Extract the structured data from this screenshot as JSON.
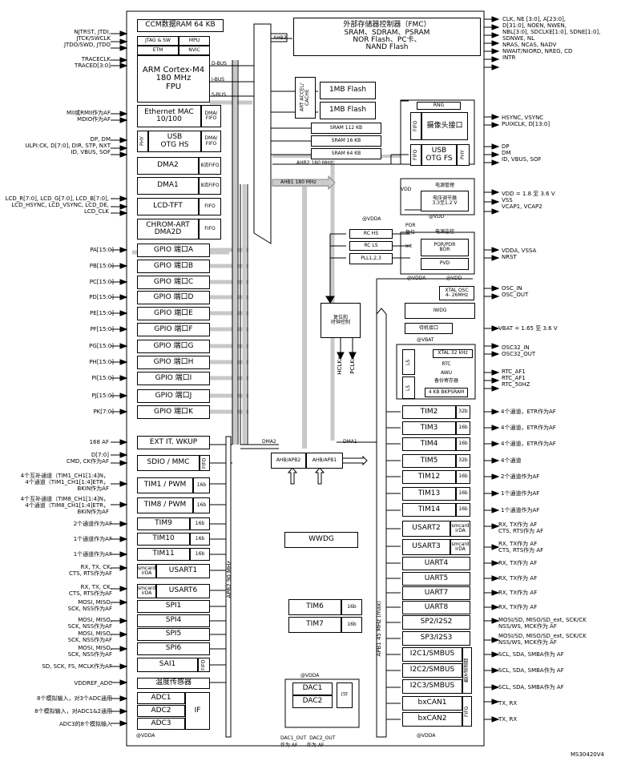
{
  "title": "MS30420V4",
  "left_signals": [
    {
      "key": "jtag1",
      "text": "NJTRST, JTDI,\nJTCK/SWCLK\nJTDO/SWD, JTDO"
    },
    {
      "key": "jtag2",
      "text": "TRACECLK\nTRACED[3:0]"
    },
    {
      "key": "eth",
      "text": "MII或RMII作为AF\nMDIO作为AF"
    },
    {
      "key": "usbhs",
      "text": "DP, DM\nULPI:CK, D[7:0], DIR, STP, NXT\nID, VBUS, SOF"
    },
    {
      "key": "lcd",
      "text": "LCD_R[7:0], LCD_G[7:0], LCD_B[7:0],\nLCD_HSYNC, LCD_VSYNC, LCD_DE,\nLCD_CLK"
    },
    {
      "key": "pa",
      "text": "PA[15:0]"
    },
    {
      "key": "pb",
      "text": "PB[15:0]"
    },
    {
      "key": "pc",
      "text": "PC[15:0]"
    },
    {
      "key": "pd",
      "text": "PD[15:0]"
    },
    {
      "key": "pe",
      "text": "PE[15:0]"
    },
    {
      "key": "pf",
      "text": "PF[15:0]"
    },
    {
      "key": "pg",
      "text": "PG[15:0]"
    },
    {
      "key": "ph",
      "text": "PH[15:0]"
    },
    {
      "key": "pi",
      "text": "PI[15:0]"
    },
    {
      "key": "pj",
      "text": "PJ[15:0]"
    },
    {
      "key": "pk",
      "text": "PK[7:0]"
    },
    {
      "key": "af168",
      "text": "168 AF"
    },
    {
      "key": "sdio",
      "text": "D[7:0]\nCMD, CK作为AF"
    },
    {
      "key": "tim1",
      "text": "4个互补通道（TIM1_CH1[1:4]N，\n4个通道（TIM1_CH1[1:4]ETR，\nBKIN作为AF"
    },
    {
      "key": "tim8",
      "text": "4个互补通道（TIM8_CH1[1:4]N，\n4个通道（TIM8_CH1[1:4]ETR，\nBKIN作为AF"
    },
    {
      "key": "tim9",
      "text": "2个通道作为AF"
    },
    {
      "key": "tim10",
      "text": "1个通道作为AF"
    },
    {
      "key": "tim11",
      "text": "1个通道作为AF"
    },
    {
      "key": "usart1",
      "text": "RX, TX, CK,\nCTS, RTS作为AF"
    },
    {
      "key": "usart6",
      "text": "RX, TX, CK,\nCTS, RTS作为AF"
    },
    {
      "key": "spi1",
      "text": "MOSI, MISO,\nSCK, NSS作为AF"
    },
    {
      "key": "spi4",
      "text": "MOSI, MISO,\nSCK, NSS作为AF"
    },
    {
      "key": "spi5",
      "text": "MOSI, MISO,\nSCK, NSS作为AF"
    },
    {
      "key": "spi6",
      "text": "MOSI, MISO,\nSCK, NSS作为AF"
    },
    {
      "key": "sai1",
      "text": "SD, SCK, FS, MCLK作为AF"
    },
    {
      "key": "vddref",
      "text": "VDDREF_ADC"
    },
    {
      "key": "adc1",
      "text": "8个模拟输入，对3个ADC通用"
    },
    {
      "key": "adc2",
      "text": "8个模拟输入，对ADC1&2通用"
    },
    {
      "key": "adc3",
      "text": "ADC3的8个模拟输入"
    }
  ],
  "right_signals": [
    {
      "key": "fmc",
      "text": "CLK, NE [3:0], A[23:0],\nD[31:0], NOEN, NWEN,\nNBL[3:0], SDCLKE[1:0], SDNE[1:0],\nSDNWE, NL\nNRAS, NCAS, NADV\nNWAIT/NIORD, NREG, CD\nINTR"
    },
    {
      "key": "dcmi",
      "text": "HSYNC, VSYNC\nPUIXCLK, D[13:0]"
    },
    {
      "key": "usbfs",
      "text": "DP\nDM\nID, VBUS, SOF"
    },
    {
      "key": "vdd",
      "text": "VDD = 1.8 至 3.6 V\nVSS\nVCAP1, VCAP2"
    },
    {
      "key": "vdda",
      "text": "VDDA, VSSA\nNRST"
    },
    {
      "key": "osc",
      "text": "OSC_IN\nOSC_OUT"
    },
    {
      "key": "vbat",
      "text": "VBAT = 1.65 至 3.6 V"
    },
    {
      "key": "osc32",
      "text": "OSC32_IN\nOSC32_OUT"
    },
    {
      "key": "rtcaf",
      "text": "RTC_AF1\nRTC_AF1\nRTC_50HZ"
    },
    {
      "key": "tim2",
      "text": "4个通道，ETR作为AF"
    },
    {
      "key": "tim3",
      "text": "4个通道，ETR作为AF"
    },
    {
      "key": "tim4",
      "text": "4个通道，ETR作为AF"
    },
    {
      "key": "tim5",
      "text": "4个通道"
    },
    {
      "key": "tim12",
      "text": "2个通道作为AF"
    },
    {
      "key": "tim13",
      "text": "1个通道作为AF"
    },
    {
      "key": "tim14",
      "text": "1个通道作为AF"
    },
    {
      "key": "usart2",
      "text": "RX, TX作为 AF\nCTS, RTS作为 AF"
    },
    {
      "key": "usart3",
      "text": "RX, TX作为 AF\nCTS, RTS作为 AF"
    },
    {
      "key": "uart4",
      "text": "RX, TX作为 AF"
    },
    {
      "key": "uart5",
      "text": "RX, TX作为 AF"
    },
    {
      "key": "uart7",
      "text": "RX, TX作为 AF"
    },
    {
      "key": "uart8",
      "text": "RX, TX作为 AF"
    },
    {
      "key": "sp2",
      "text": "MOSI/SD, MISO/SD_ext, SCK/CK\nNSS/WS, MCK作为 AF"
    },
    {
      "key": "sp3",
      "text": "MOSI/SD, MISO/SD_ext, SCK/CK\nNSS/WS, MCK作为 AF"
    },
    {
      "key": "i2c1",
      "text": "SCL, SDA, SMBA作为 AF"
    },
    {
      "key": "i2c2",
      "text": "SCL, SDA, SMBA作为 AF"
    },
    {
      "key": "i2c3",
      "text": "SCL, SDA, SMBA作为 AF"
    },
    {
      "key": "can1",
      "text": "TX, RX"
    },
    {
      "key": "can2",
      "text": "TX, RX"
    }
  ],
  "blocks": [
    {
      "key": "ccm",
      "text": "CCM数据RAM 64 KB"
    },
    {
      "key": "jtag",
      "text": "JTAG & SW"
    },
    {
      "key": "mpu",
      "text": "MPU"
    },
    {
      "key": "etm",
      "text": "ETM"
    },
    {
      "key": "nvic",
      "text": "NVIC"
    },
    {
      "key": "cpu",
      "text": "ARM Cortex-M4\n180 MHz\nFPU"
    },
    {
      "key": "dbus",
      "text": "D-BUS"
    },
    {
      "key": "ibus",
      "text": "I-BUS"
    },
    {
      "key": "sbus",
      "text": "S-BUS"
    },
    {
      "key": "eth",
      "text": "Ethernet MAC\n10/100"
    },
    {
      "key": "ethdma",
      "text": "DMA/\nFIFO"
    },
    {
      "key": "phy1",
      "text": "PHY"
    },
    {
      "key": "usbhs",
      "text": "USB\nOTG HS"
    },
    {
      "key": "usbdma",
      "text": "DMA/\nFIFO"
    },
    {
      "key": "dma2",
      "text": "DMA2"
    },
    {
      "key": "dma2fifo",
      "text": "8流FIFO"
    },
    {
      "key": "dma1",
      "text": "DMA1"
    },
    {
      "key": "dma1fifo",
      "text": "8流FIFO"
    },
    {
      "key": "lcdtft",
      "text": "LCD-TFT"
    },
    {
      "key": "lcdfifo",
      "text": "FIFO"
    },
    {
      "key": "chrom",
      "text": "CHROM-ART\nDMA2D"
    },
    {
      "key": "chromfifo",
      "text": "FIFO"
    },
    {
      "key": "fmcctl",
      "text": "外部存储器控制器（FMC）\nSRAM、SDRAM、PSRAM\nNOR Flash、PC卡、\nNAND Flash"
    },
    {
      "key": "ahb3",
      "text": "AHB3"
    },
    {
      "key": "artacc",
      "text": "ART ACCEL/\nCACHE"
    },
    {
      "key": "flash1",
      "text": "1MB Flash"
    },
    {
      "key": "flash2",
      "text": "1MB Flash"
    },
    {
      "key": "sram112",
      "text": "SRAM 112 KB"
    },
    {
      "key": "sram16",
      "text": "SRAM 16 KB"
    },
    {
      "key": "sram64",
      "text": "SRAM 64 KB"
    },
    {
      "key": "ahb2",
      "text": "AHB2 180 MHz"
    },
    {
      "key": "ahb1",
      "text": "AHB1 180 MHz"
    },
    {
      "key": "rng",
      "text": "RNG"
    },
    {
      "key": "fifo_dcmi",
      "text": "FIFO"
    },
    {
      "key": "dcmi",
      "text": "摄像头接口"
    },
    {
      "key": "fifo_usb",
      "text": "FIFO"
    },
    {
      "key": "usbfs",
      "text": "USB\nOTG FS"
    },
    {
      "key": "phy2",
      "text": "PHY"
    },
    {
      "key": "vdd",
      "text": "VDD"
    },
    {
      "key": "pwrmgmt",
      "text": "电源管理"
    },
    {
      "key": "vreg",
      "text": "电压调节器\n3.3至1.2 V"
    },
    {
      "key": "atvdd",
      "text": "@VDD"
    },
    {
      "key": "atvdda1",
      "text": "@VDDA"
    },
    {
      "key": "rchs",
      "text": "RC HS"
    },
    {
      "key": "rcls",
      "text": "RC LS"
    },
    {
      "key": "pll",
      "text": "PLL1,2,3"
    },
    {
      "key": "por",
      "text": "POR\n复位"
    },
    {
      "key": "int",
      "text": "Int"
    },
    {
      "key": "supmon",
      "text": "电源监控"
    },
    {
      "key": "porpdr",
      "text": "POR/PDR\nBOR"
    },
    {
      "key": "pvd",
      "text": "PVD"
    },
    {
      "key": "atvdda2",
      "text": "@VDDA"
    },
    {
      "key": "atvdd2",
      "text": "@VDD"
    },
    {
      "key": "rstclk",
      "text": "复位和\n时钟控制"
    },
    {
      "key": "xtalosc",
      "text": "XTAL OSC\n4- 26MHz"
    },
    {
      "key": "iwdg",
      "text": "IWDG"
    },
    {
      "key": "standby",
      "text": "待机接口"
    },
    {
      "key": "atvbat",
      "text": "@VBAT"
    },
    {
      "key": "ls1",
      "text": "LS"
    },
    {
      "key": "ls2",
      "text": "LS"
    },
    {
      "key": "xtal32",
      "text": "XTAL 32 kHz"
    },
    {
      "key": "rtc",
      "text": "RTC"
    },
    {
      "key": "awu",
      "text": "AWU"
    },
    {
      "key": "bkreg",
      "text": "备份寄存器"
    },
    {
      "key": "bksram",
      "text": "4 KB BKPSRAM"
    },
    {
      "key": "hclk",
      "text": "HCLKx"
    },
    {
      "key": "pclk",
      "text": "PCLKx"
    },
    {
      "key": "gpioa",
      "text": "GPIO 端口A"
    },
    {
      "key": "gpiob",
      "text": "GPIO 端口B"
    },
    {
      "key": "gpioc",
      "text": "GPIO 端口C"
    },
    {
      "key": "gpiod",
      "text": "GPIO 端口D"
    },
    {
      "key": "gpioe",
      "text": "GPIO 端口E"
    },
    {
      "key": "gpiof",
      "text": "GPIO 端口F"
    },
    {
      "key": "gpiog",
      "text": "GPIO 端口G"
    },
    {
      "key": "gpioh",
      "text": "GPIO 端口H"
    },
    {
      "key": "gpioi",
      "text": "GPIO 端口I"
    },
    {
      "key": "gpioj",
      "text": "GPIO 端口J"
    },
    {
      "key": "gpiok",
      "text": "GPIO 端口K"
    },
    {
      "key": "extit",
      "text": "EXT IT. WKUP"
    },
    {
      "key": "sdio",
      "text": "SDIO / MMC"
    },
    {
      "key": "sdiofifo",
      "text": "FIFO"
    },
    {
      "key": "tim1",
      "text": "TIM1 / PWM"
    },
    {
      "key": "tim1b",
      "text": "16b"
    },
    {
      "key": "tim8",
      "text": "TIM8 / PWM"
    },
    {
      "key": "tim8b",
      "text": "16b"
    },
    {
      "key": "tim9",
      "text": "TIM9"
    },
    {
      "key": "tim9b",
      "text": "16b"
    },
    {
      "key": "tim10",
      "text": "TIM10"
    },
    {
      "key": "tim10b",
      "text": "16b"
    },
    {
      "key": "tim11",
      "text": "TIM11"
    },
    {
      "key": "tim11b",
      "text": "16b"
    },
    {
      "key": "usart1s",
      "text": "smcard\nirDA"
    },
    {
      "key": "usart1",
      "text": "USART1"
    },
    {
      "key": "usart6s",
      "text": "smcard\nirDA"
    },
    {
      "key": "usart6",
      "text": "USART6"
    },
    {
      "key": "spi1",
      "text": "SPI1"
    },
    {
      "key": "spi4",
      "text": "SPI4"
    },
    {
      "key": "spi5",
      "text": "SPI5"
    },
    {
      "key": "spi6",
      "text": "SPI6"
    },
    {
      "key": "sai1",
      "text": "SAI1"
    },
    {
      "key": "saififo",
      "text": "FIFO"
    },
    {
      "key": "tsensor",
      "text": "温度传感器"
    },
    {
      "key": "adc1",
      "text": "ADC1"
    },
    {
      "key": "adc2",
      "text": "ADC2"
    },
    {
      "key": "adc3",
      "text": "ADC3"
    },
    {
      "key": "if",
      "text": "IF"
    },
    {
      "key": "atvdda3",
      "text": "@VDDA"
    },
    {
      "key": "apb2",
      "text": "APB2 90 MHz"
    },
    {
      "key": "apb1",
      "text": "APB1 45 MHz (max)"
    },
    {
      "key": "dma2lbl",
      "text": "DMA2"
    },
    {
      "key": "dma1lbl",
      "text": "DMA1"
    },
    {
      "key": "ahbapb2",
      "text": "AHB/APB2"
    },
    {
      "key": "ahbapb1",
      "text": "AHB/APB1"
    },
    {
      "key": "wwdg",
      "text": "WWDG"
    },
    {
      "key": "tim6",
      "text": "TIM6"
    },
    {
      "key": "tim6b",
      "text": "16b"
    },
    {
      "key": "tim7",
      "text": "TIM7"
    },
    {
      "key": "tim7b",
      "text": "16b"
    },
    {
      "key": "atvdda4",
      "text": "@VDDA"
    },
    {
      "key": "dac1",
      "text": "DAC1"
    },
    {
      "key": "dac2",
      "text": "DAC2"
    },
    {
      "key": "itf",
      "text": "ITF"
    },
    {
      "key": "dacout",
      "text": "DAC1_OUT  DAC2_OUT\n作为 AF      作为 AF"
    },
    {
      "key": "tim2",
      "text": "TIM2"
    },
    {
      "key": "tim2b",
      "text": "32b"
    },
    {
      "key": "tim3",
      "text": "TIM3"
    },
    {
      "key": "tim3b",
      "text": "16b"
    },
    {
      "key": "tim4",
      "text": "TIM4"
    },
    {
      "key": "tim4b",
      "text": "16b"
    },
    {
      "key": "tim5",
      "text": "TIM5"
    },
    {
      "key": "tim5b",
      "text": "32b"
    },
    {
      "key": "tim12",
      "text": "TIM12"
    },
    {
      "key": "tim12b",
      "text": "16b"
    },
    {
      "key": "tim13",
      "text": "TIM13"
    },
    {
      "key": "tim13b",
      "text": "16b"
    },
    {
      "key": "tim14",
      "text": "TIM14"
    },
    {
      "key": "tim14b",
      "text": "16b"
    },
    {
      "key": "usart2",
      "text": "USART2"
    },
    {
      "key": "usart2s",
      "text": "smcard\nirDA"
    },
    {
      "key": "usart3",
      "text": "USART3"
    },
    {
      "key": "usart3s",
      "text": "smcard\nirDA"
    },
    {
      "key": "uart4",
      "text": "UART4"
    },
    {
      "key": "uart5",
      "text": "UART5"
    },
    {
      "key": "uart7",
      "text": "UART7"
    },
    {
      "key": "uart8",
      "text": "UART8"
    },
    {
      "key": "sp2",
      "text": "SP2/I2S2"
    },
    {
      "key": "sp3",
      "text": "SP3/I2S3"
    },
    {
      "key": "i2c1",
      "text": "I2C1/SMBUS"
    },
    {
      "key": "i2c2",
      "text": "I2C2/SMBUS"
    },
    {
      "key": "i2c3",
      "text": "I2C3/SMBUS"
    },
    {
      "key": "digfilt",
      "text": "数字滤波器"
    },
    {
      "key": "can1",
      "text": "bxCAN1"
    },
    {
      "key": "can2",
      "text": "bxCAN2"
    },
    {
      "key": "canfifo",
      "text": "FIFO"
    },
    {
      "key": "atvdda5",
      "text": "@VDDA"
    }
  ]
}
